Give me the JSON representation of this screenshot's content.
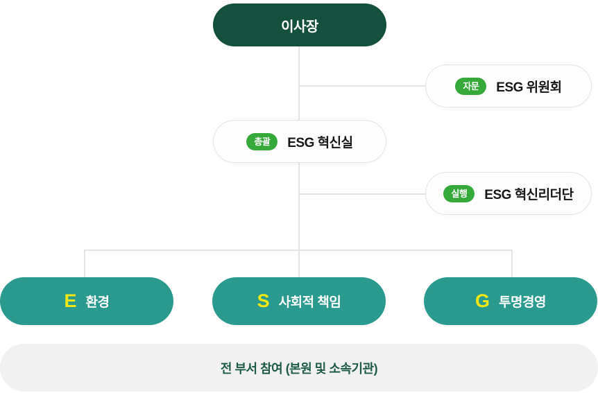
{
  "diagram": {
    "title_node": {
      "label": "이사장"
    },
    "nodes": [
      {
        "id": "advisory",
        "badge": "자문",
        "label": "ESG 위원회"
      },
      {
        "id": "control",
        "badge": "총괄",
        "label": "ESG 혁신실"
      },
      {
        "id": "execution",
        "badge": "실행",
        "label": "ESG 혁신리더단"
      }
    ],
    "pillars": [
      {
        "letter": "E",
        "label": "환경"
      },
      {
        "letter": "S",
        "label": "사회적 책임"
      },
      {
        "letter": "G",
        "label": "투명경영"
      }
    ],
    "footer": {
      "label": "전 부서 참여 (본원 및 소속기관)"
    }
  },
  "colors": {
    "dark_green": "#154F3D",
    "green": "#36A93B",
    "teal": "#2A9A8E",
    "yellow": "#F2E712",
    "gray_bg": "#F1F1F2",
    "line": "#E4E4E4",
    "text_dark": "#161616",
    "footer_text": "#1D5B45"
  }
}
